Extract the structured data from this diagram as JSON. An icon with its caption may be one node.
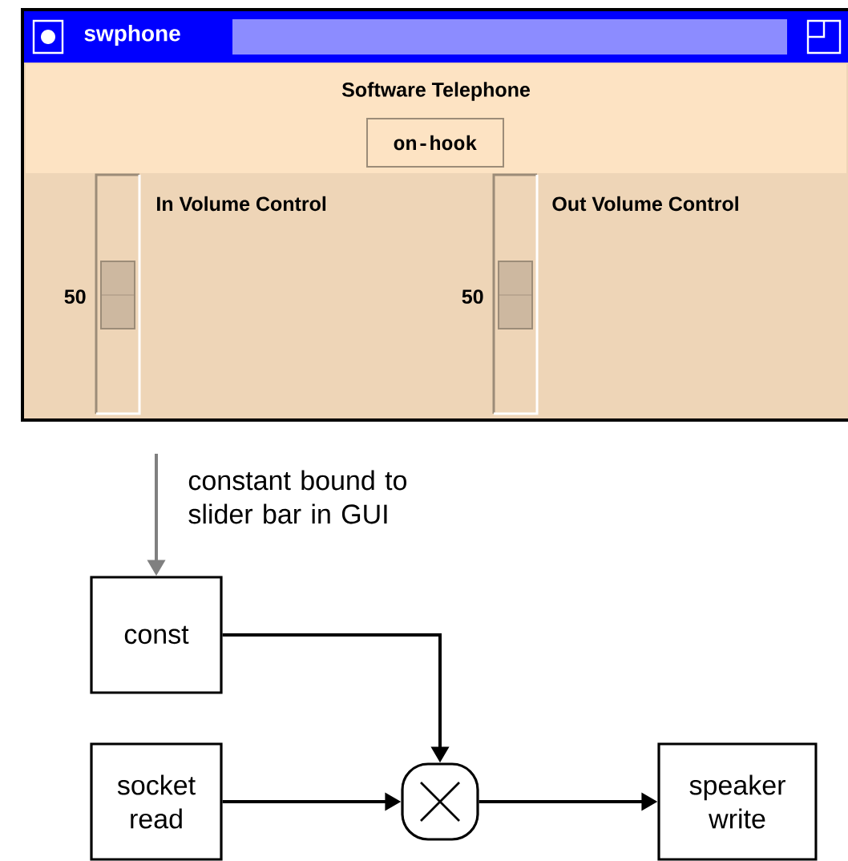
{
  "diagram": {
    "nodes": [
      {
        "text": [
          "swphone",
          "Software Telephone"
        ]
      },
      {
        "text": [
          "on-hook"
        ],
        "in": 0
      },
      {
        "text": [
          "const"
        ]
      },
      {
        "text": [
          "socket read"
        ]
      },
      {
        "text": [],
        "shape": "circle"
      },
      {
        "text": [
          "speaker write"
        ]
      }
    ],
    "edges": [
      {
        "from": 0,
        "to": 2,
        "arrow": "to",
        "label": "constant bound to slider bar in GUI",
        "color": "#808080"
      },
      {
        "from": 2,
        "to": 4,
        "arrow": "to"
      },
      {
        "from": 3,
        "to": 4,
        "arrow": "to"
      },
      {
        "from": 4,
        "to": 5,
        "arrow": "to"
      }
    ],
    "labels": [
      "In Volume Control",
      "Out Volume Control",
      "50",
      "50"
    ]
  }
}
